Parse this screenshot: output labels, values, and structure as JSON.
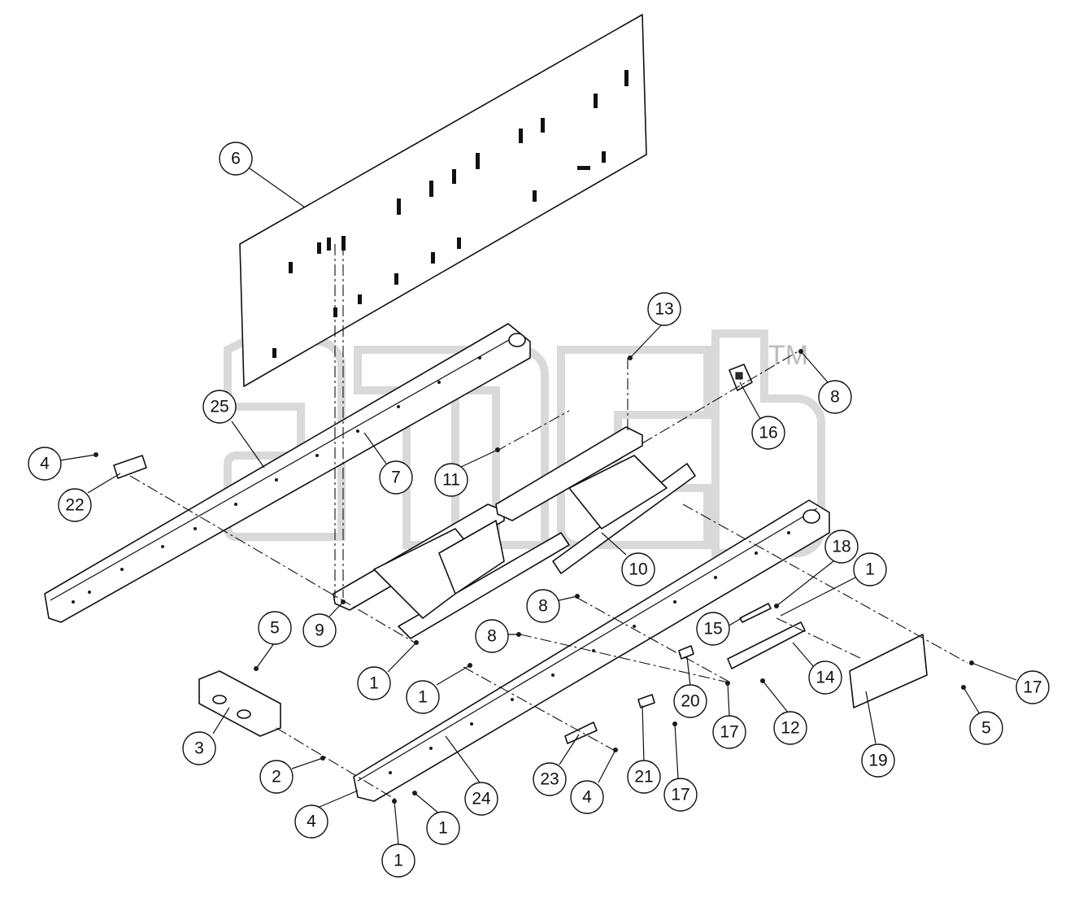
{
  "watermark": {
    "mark": "TM"
  },
  "callouts": [
    {
      "label": "6"
    },
    {
      "label": "13"
    },
    {
      "label": "8"
    },
    {
      "label": "25"
    },
    {
      "label": "7"
    },
    {
      "label": "16"
    },
    {
      "label": "11"
    },
    {
      "label": "4"
    },
    {
      "label": "22"
    },
    {
      "label": "10"
    },
    {
      "label": "18"
    },
    {
      "label": "1"
    },
    {
      "label": "9"
    },
    {
      "label": "8"
    },
    {
      "label": "5"
    },
    {
      "label": "15"
    },
    {
      "label": "8"
    },
    {
      "label": "1"
    },
    {
      "label": "20"
    },
    {
      "label": "14"
    },
    {
      "label": "17"
    },
    {
      "label": "1"
    },
    {
      "label": "17"
    },
    {
      "label": "12"
    },
    {
      "label": "5"
    },
    {
      "label": "3"
    },
    {
      "label": "19"
    },
    {
      "label": "2"
    },
    {
      "label": "23"
    },
    {
      "label": "21"
    },
    {
      "label": "24"
    },
    {
      "label": "4"
    },
    {
      "label": "17"
    },
    {
      "label": "4"
    },
    {
      "label": "1"
    },
    {
      "label": "1"
    }
  ]
}
